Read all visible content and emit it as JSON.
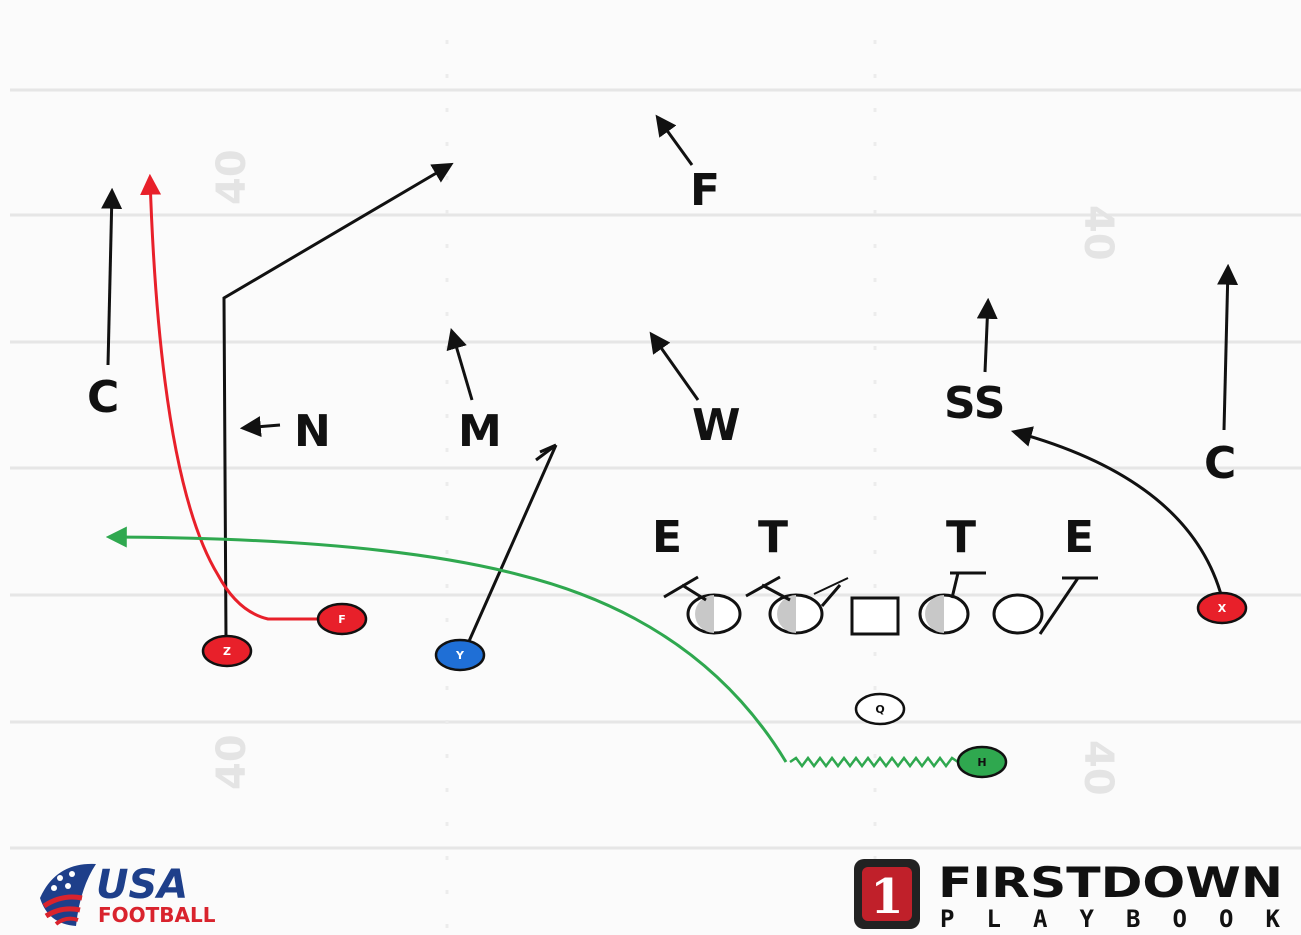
{
  "diagram": {
    "yard_numbers": [
      "40",
      "40",
      "40",
      "40"
    ],
    "defense": {
      "C_left": "C",
      "N": "N",
      "M": "M",
      "W": "W",
      "F": "F",
      "SS": "SS",
      "C_right": "C",
      "E_left": "E",
      "T_left": "T",
      "T_right": "T",
      "E_right": "E"
    },
    "offense": {
      "Z": "Z",
      "F": "F",
      "Y": "Y",
      "Q": "Q",
      "H": "H",
      "X": "X"
    },
    "colors": {
      "red": "#e8202a",
      "blue": "#1f6fd6",
      "green": "#2fa84f",
      "black": "#111111"
    }
  },
  "logos": {
    "usa_top": "USA",
    "usa_bottom": "FOOTBALL",
    "fd_number": "1",
    "fd_top": "FIRSTDOWN",
    "fd_bottom": "PLAYBOOK"
  }
}
